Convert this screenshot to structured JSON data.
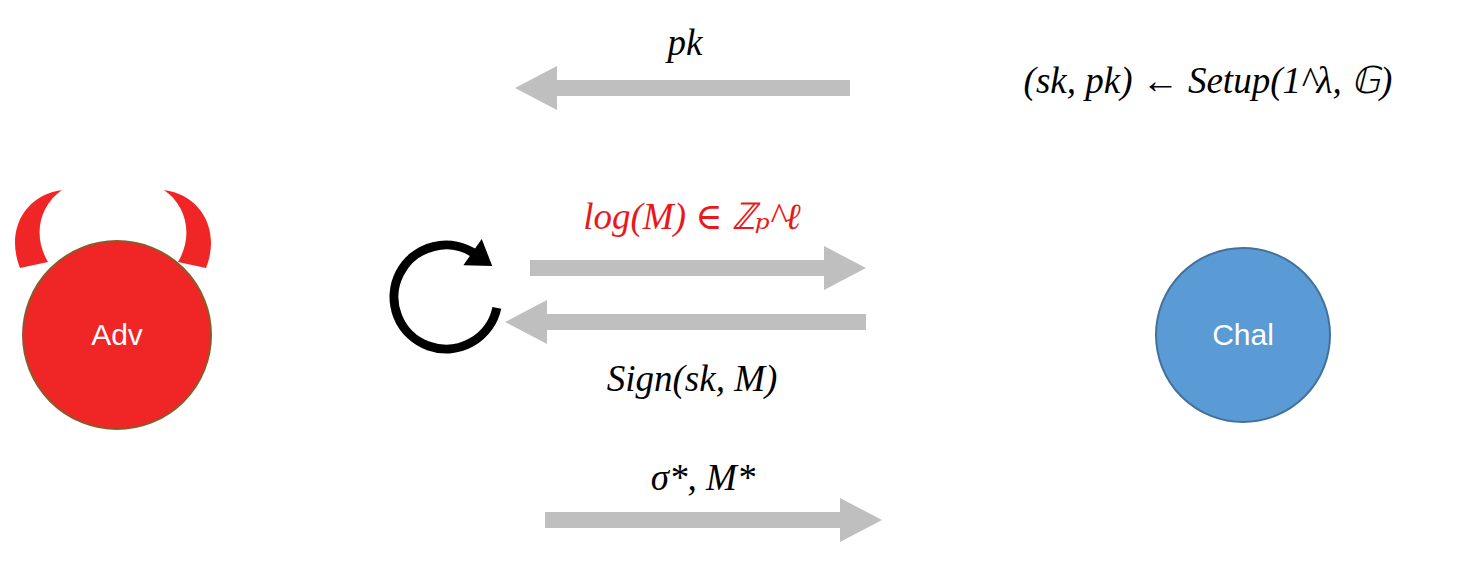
{
  "diagram": {
    "nodes": [
      {
        "text": [
          "Adv"
        ]
      },
      {
        "text": [
          "Chal"
        ]
      }
    ],
    "edges": [
      {
        "from": 1,
        "to": 0,
        "arrow": "to",
        "label": "pk"
      },
      {
        "from": 0,
        "to": 1,
        "arrow": "to",
        "label": "log(M) ∈ ℤₚ^ℓ"
      },
      {
        "from": 1,
        "to": 0,
        "arrow": "to",
        "label": "Sign(sk, M)"
      },
      {
        "from": 0,
        "to": 1,
        "arrow": "to",
        "label": "σ*, M*"
      }
    ],
    "labels": [
      "(sk, pk) ← Setup(1^λ, 𝔾)"
    ]
  }
}
